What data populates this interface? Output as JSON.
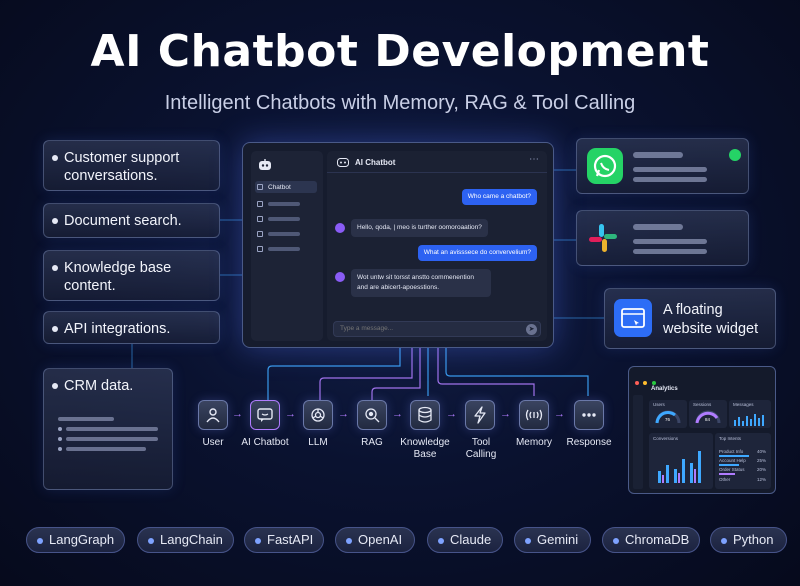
{
  "title": "AI Chatbot Development",
  "subtitle": "Intelligent Chatbots with Memory, RAG & Tool Calling",
  "use_cases": [
    "Customer support conversations.",
    "Document search.",
    "Knowledge base content.",
    "API integrations.",
    "CRM data."
  ],
  "chat": {
    "sidebar_active": "Chatbot",
    "header_title": "AI Chatbot",
    "messages": [
      {
        "role": "user",
        "text": "Who came a chatbot?"
      },
      {
        "role": "bot",
        "text": "Hello, qoda, | meo is turther oomoroaation?"
      },
      {
        "role": "user",
        "text": "What an avisssece do convervelium?"
      },
      {
        "role": "bot",
        "text": "Wot untw sit torsst anstto commenention and are abicert-apoesstions."
      }
    ],
    "input_placeholder": "Type a message..."
  },
  "widget_card": {
    "label": "A floating website widget"
  },
  "pipeline": [
    {
      "icon": "user-icon",
      "label": "User"
    },
    {
      "icon": "chatbot-icon",
      "label": "AI Chatbot"
    },
    {
      "icon": "openai-icon",
      "label": "LLM"
    },
    {
      "icon": "rag-icon",
      "label": "RAG"
    },
    {
      "icon": "database-icon",
      "label": "Knowledge Base"
    },
    {
      "icon": "lightning-icon",
      "label": "Tool Calling"
    },
    {
      "icon": "memory-icon",
      "label": "Memory"
    },
    {
      "icon": "more-icon",
      "label": "Response"
    }
  ],
  "dashboard": {
    "title": "Analytics",
    "panels": [
      "Users",
      "Sessions",
      "Messages",
      "Conversions",
      "Top Intents"
    ],
    "intents": [
      {
        "name": "Product Info",
        "value": "40%"
      },
      {
        "name": "Account Help",
        "value": "25%"
      },
      {
        "name": "Order Status",
        "value": "20%"
      },
      {
        "name": "Other",
        "value": "12%"
      }
    ],
    "gauge_values": [
      "76",
      "84"
    ]
  },
  "tech": [
    "LangGraph",
    "LangChain",
    "FastAPI",
    "OpenAI",
    "Claude",
    "Gemini",
    "ChromaDB",
    "Python"
  ],
  "colors": {
    "accent": "#2d62f2",
    "purple": "#b07cff",
    "whatsapp": "#25d366"
  }
}
